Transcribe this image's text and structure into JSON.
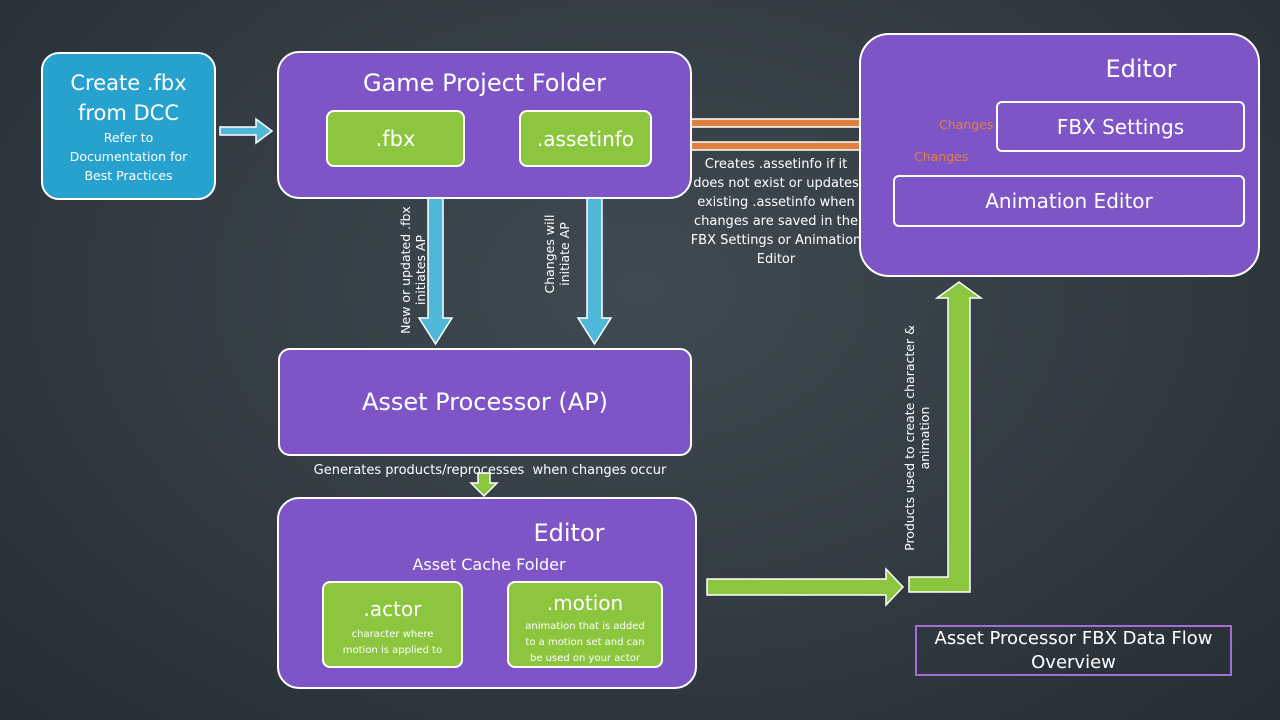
{
  "dcc": {
    "title_line1": "Create .fbx",
    "title_line2": "from DCC",
    "sub_line1": "Refer to",
    "sub_line2": "Documentation for",
    "sub_line3": "Best Practices"
  },
  "game_project": {
    "title": "Game Project Folder",
    "fbx": ".fbx",
    "assetinfo": ".assetinfo"
  },
  "editor_top": {
    "title": "Editor",
    "fbx_settings": "FBX Settings",
    "animation_editor": "Animation Editor",
    "changes_1": "Changes",
    "changes_2": "Changes"
  },
  "notes": {
    "creates_assetinfo": [
      "Creates .assetinfo if it",
      "does not exist or updates",
      "existing .assetinfo when",
      "changes are saved in the",
      "FBX Settings or Animation",
      "Editor"
    ],
    "new_fbx": [
      "New or updated .fbx",
      "initiates AP"
    ],
    "changes_initiate": [
      "Changes will",
      "initiate AP"
    ],
    "generates": "Generates products/reprocesses  when changes occur",
    "products_used": [
      "Products used to create character &",
      "animation"
    ]
  },
  "asset_processor": {
    "title": "Asset Processor (AP)"
  },
  "editor_bottom": {
    "title": "Editor",
    "cache_folder": "Asset Cache Folder",
    "actor_title": ".actor",
    "actor_desc": [
      "character  where",
      "motion is applied to"
    ],
    "motion_title": ".motion",
    "motion_desc": [
      "animation that is added",
      "to a motion set and can",
      "be used on your actor"
    ]
  },
  "caption": [
    "Asset Processor FBX Data Flow",
    "Overview"
  ],
  "colors": {
    "purple": "#7e55c6",
    "green": "#8cc63f",
    "blue_box": "#27a2cf",
    "blue_arrow": "#4fb8d8",
    "orange": "#e0803e"
  }
}
